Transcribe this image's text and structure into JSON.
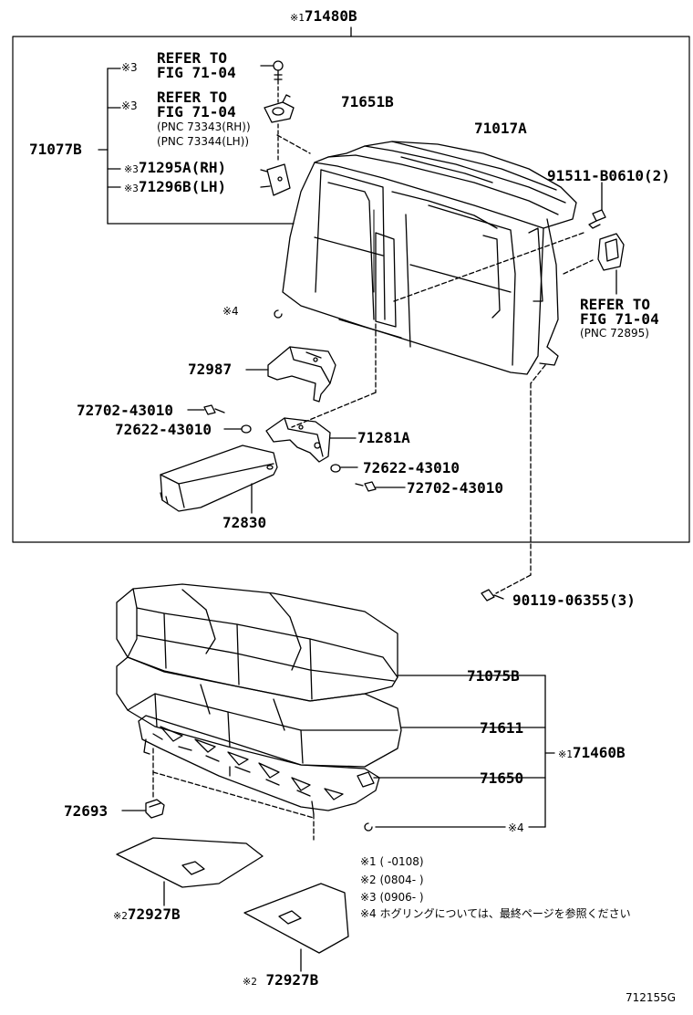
{
  "labels": {
    "assy_back": "71480B",
    "back_cover": "71077B",
    "refer_1a": "REFER TO",
    "refer_1b": "FIG 71-04",
    "refer_2a": "REFER TO",
    "refer_2b": "FIG 71-04",
    "pnc_rh": "(PNC 73343(RH))",
    "pnc_lh": "(PNC 73344(LH))",
    "hinge_rh": "71295A(RH)",
    "hinge_lh": "71296B(LH)",
    "pad_back": "71651B",
    "frame_back": "71017A",
    "bolt_top": "91511-B0610(2)",
    "refer_3a": "REFER TO",
    "refer_3b": "FIG 71-04",
    "pnc_72895": "(PNC 72895)",
    "bracket": "72987",
    "bolt_a": "72702-43010",
    "washer_a": "72622-43010",
    "armrest_hinge": "71281A",
    "washer_b": "72622-43010",
    "bolt_b": "72702-43010",
    "armrest": "72830",
    "bolt_cushion": "90119-06355(3)",
    "cushion_cover": "71075B",
    "cushion_pad": "71611",
    "cushion_frame": "71650",
    "assy_cushion": "71460B",
    "clip": "72693",
    "mat_1": "72927B",
    "mat_2": "72927B",
    "figure_id": "712155G"
  },
  "marks": {
    "m1": "※1",
    "m2": "※2",
    "m3": "※3",
    "m4": "※4"
  },
  "notes": {
    "n1": "※1 (      -0108)",
    "n2": "※2 (0804-      )",
    "n3": "※3 (0906-      )",
    "n4": "※4 ホグリングについては、最終ページを参照ください"
  }
}
